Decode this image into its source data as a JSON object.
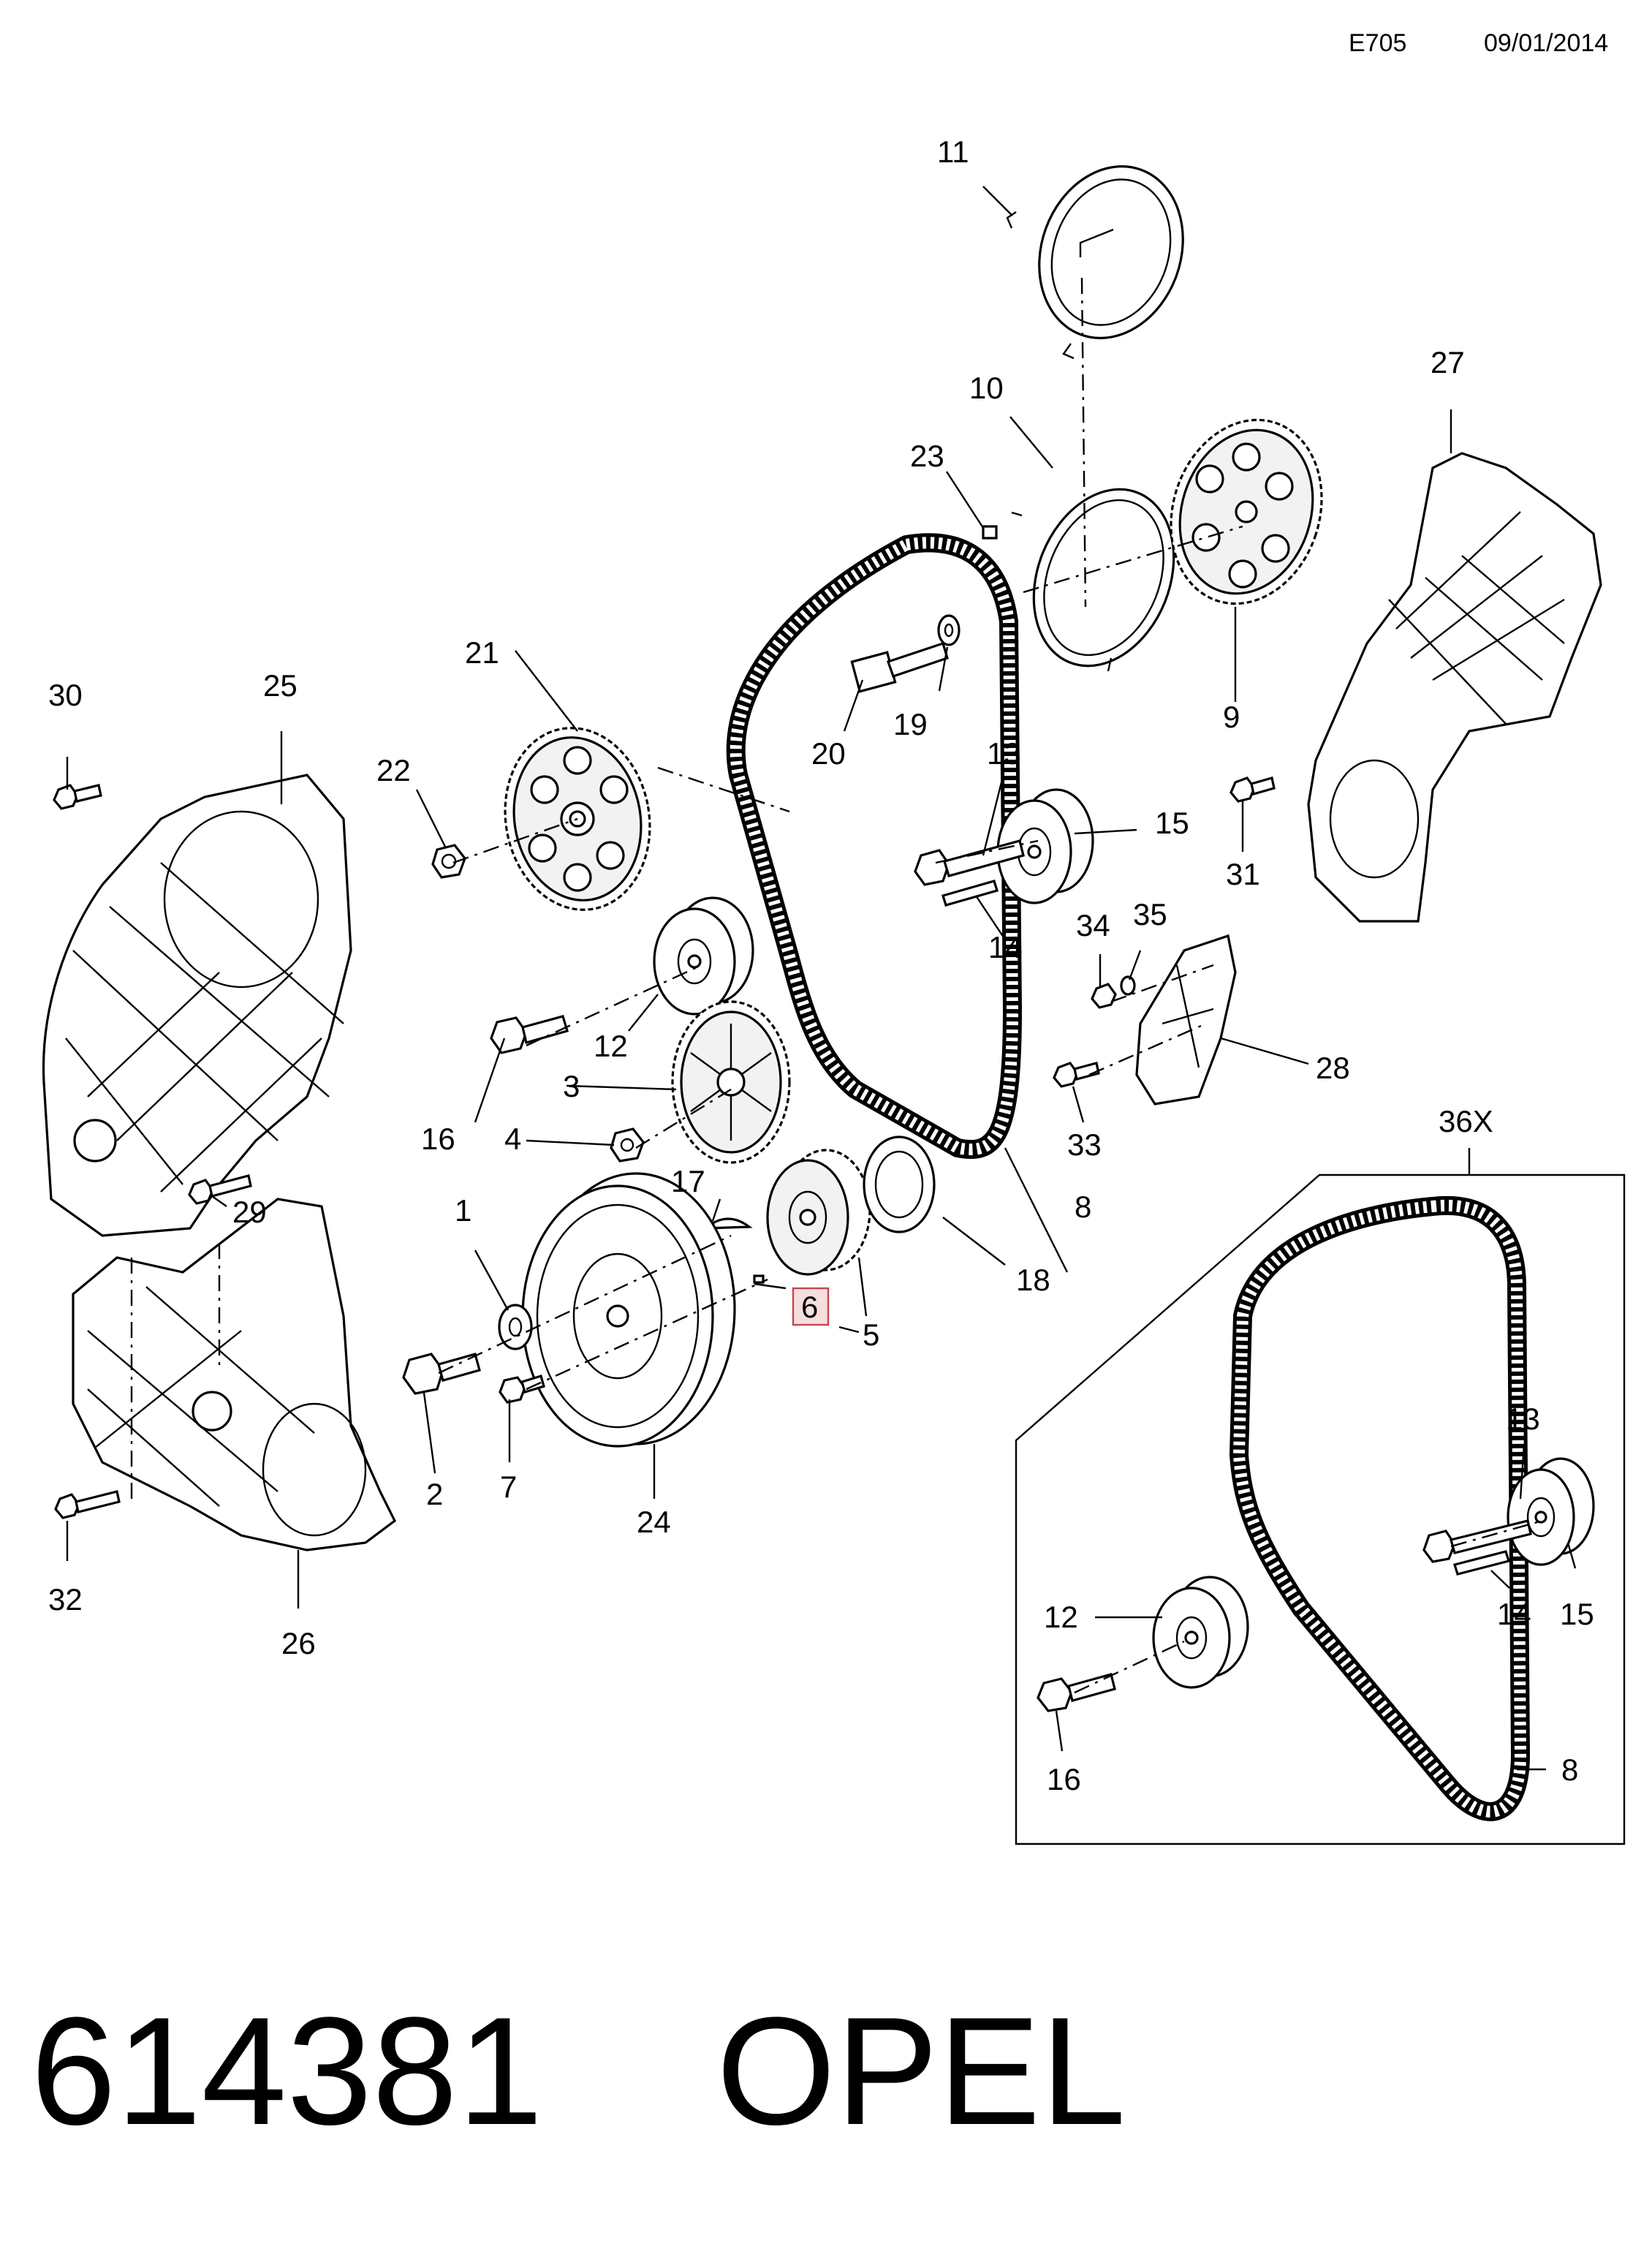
{
  "header": {
    "code": "E705",
    "date": "09/01/2014"
  },
  "footer": {
    "part_number": "614381",
    "brand": "OPEL"
  },
  "highlighted_callout": "6",
  "callouts": {
    "c1": "1",
    "c2": "2",
    "c3": "3",
    "c4": "4",
    "c5": "5",
    "c6": "6",
    "c7": "7",
    "c8": "8",
    "c9": "9",
    "c10": "10",
    "c11": "11",
    "c12": "12",
    "c13": "13",
    "c14": "14",
    "c15": "15",
    "c16": "16",
    "c17": "17",
    "c18": "18",
    "c19": "19",
    "c20": "20",
    "c21": "21",
    "c22": "22",
    "c23": "23",
    "c24": "24",
    "c25": "25",
    "c26": "26",
    "c27": "27",
    "c28": "28",
    "c29": "29",
    "c30": "30",
    "c31": "31",
    "c32": "32",
    "c33": "33",
    "c34": "34",
    "c35": "35"
  },
  "inset": {
    "kit_label": "36X",
    "callouts": {
      "c8": "8",
      "c12": "12",
      "c13": "13",
      "c14": "14",
      "c15": "15",
      "c16": "16"
    }
  }
}
